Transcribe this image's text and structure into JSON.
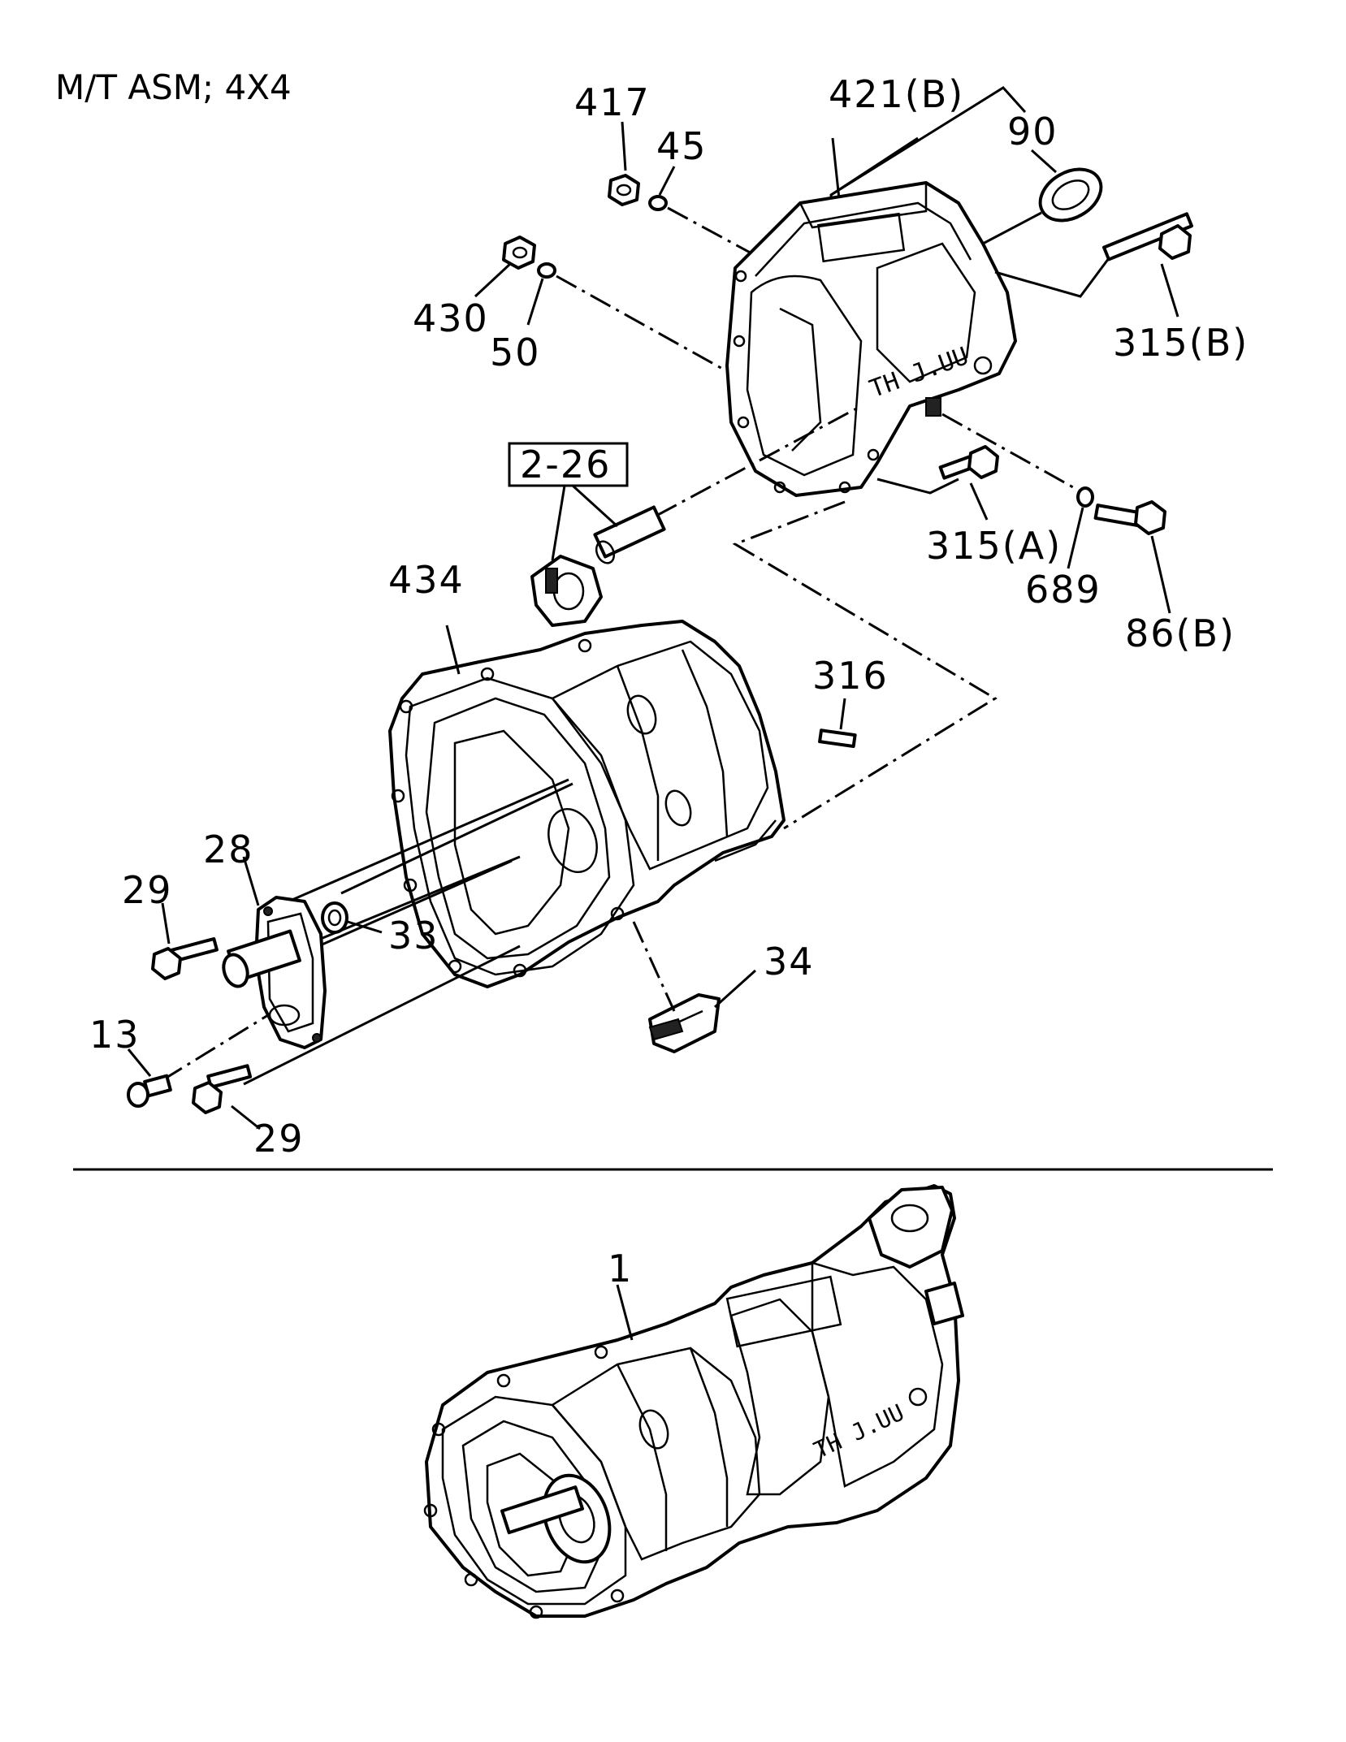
{
  "title": "M/T ASM; 4X4",
  "callouts": {
    "c417": "417",
    "c45": "45",
    "c421b": "421(B)",
    "c90": "90",
    "c430": "430",
    "c50": "50",
    "c315b": "315(B)",
    "c2_26": "2-26",
    "c315a": "315(A)",
    "c689": "689",
    "c86b": "86(B)",
    "c434": "434",
    "c316": "316",
    "c28": "28",
    "c29_top": "29",
    "c33": "33",
    "c34": "34",
    "c13": "13",
    "c29_bottom": "29",
    "c1": "1"
  }
}
